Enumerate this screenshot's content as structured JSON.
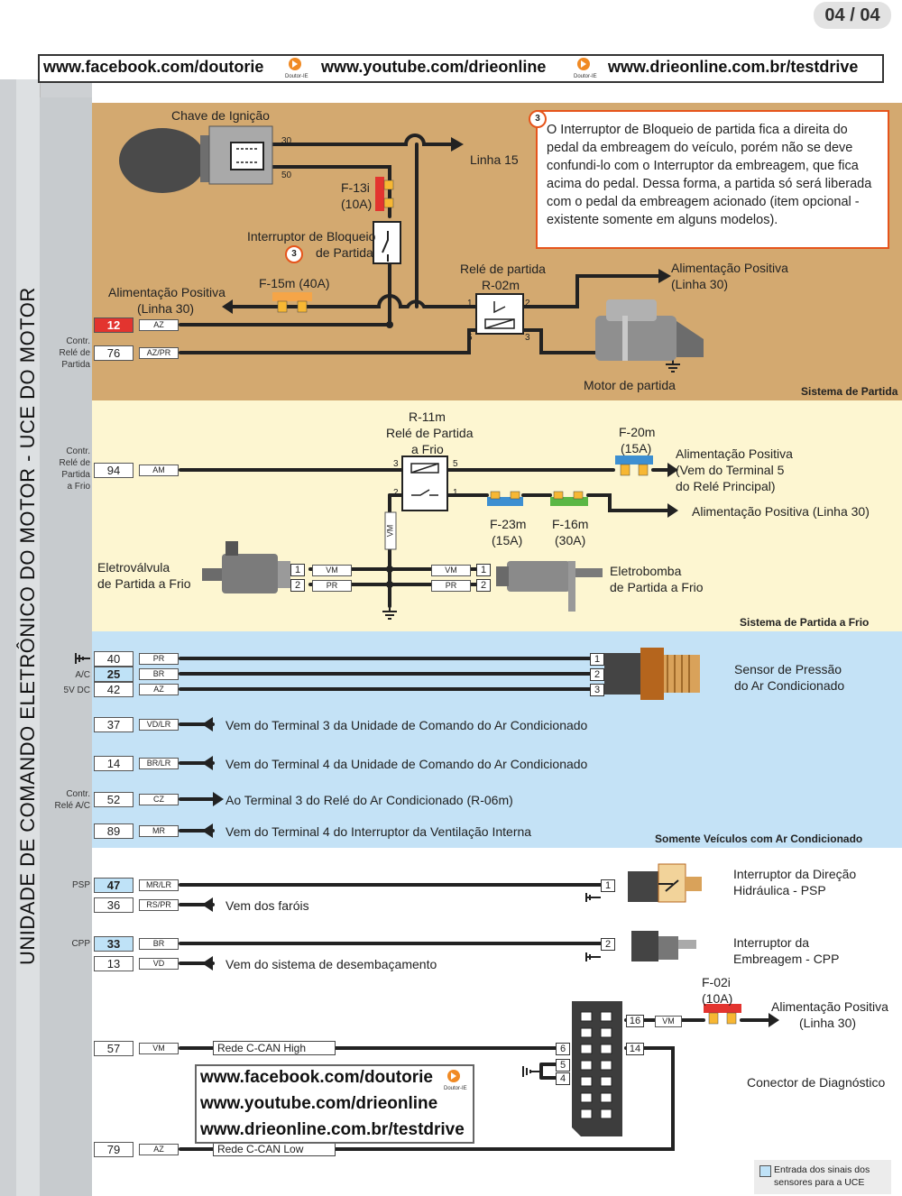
{
  "page": {
    "number": "04",
    "total": "04",
    "badge": "04 / 04"
  },
  "header": {
    "url1": "www.facebook.com/doutorie",
    "url2": "www.youtube.com/drieonline",
    "url3": "www.drieonline.com.br/testdrive",
    "logo_text": "Doutor-IE"
  },
  "ecu": {
    "title": "UNIDADE DE COMANDO ELETRÔNICO DO MOTOR - UCE DO MOTOR"
  },
  "side_labels": {
    "rele_partida": "Contr.\nRelé de\nPartida",
    "rele_frio": "Contr.\nRelé de\nPartida\na Frio",
    "ac": "A/C",
    "vdc": "5V DC",
    "rele_ac": "Contr.\nRelé A/C",
    "psp": "PSP",
    "cpp": "CPP"
  },
  "sections": {
    "partida": "Sistema de Partida",
    "frio": "Sistema de Partida a Frio",
    "ac": "Somente Veículos com Ar Condicionado"
  },
  "note": {
    "number": "3",
    "text": "O Interruptor de Bloqueio de partida fica a direita do pedal da embreagem do veículo, porém não se deve confundi-lo com o Interruptor da embreagem, que fica acima do pedal. Dessa forma, a partida só será liberada com o pedal da embreagem acionado (item opcional - existente somente em alguns modelos)."
  },
  "components": {
    "chave_ignicao": "Chave de Ignição",
    "linha15": "Linha 15",
    "f13i": "F-13i",
    "f13i_a": "(10A)",
    "interruptor_bloqueio_1": "Interruptor de Bloqueio",
    "interruptor_bloqueio_2": "de Partida",
    "alim_pos_1": "Alimentação Positiva",
    "alim_pos_linha30": "(Linha 30)",
    "f15m": "F-15m (40A)",
    "rele_partida_1": "Relé de partida",
    "rele_partida_2": "R-02m",
    "alim_pos_2": "Alimentação Positiva",
    "alim_pos_2b": "(Linha 30)",
    "motor_partida": "Motor de partida",
    "r11m_1": "R-11m",
    "r11m_2": "Relé de Partida",
    "r11m_3": "a Frio",
    "f20m": "F-20m",
    "f20m_a": "(15A)",
    "alim_pos_3a": "Alimentação Positiva",
    "alim_pos_3b": "(Vem do Terminal 5",
    "alim_pos_3c": "do Relé Principal)",
    "alim_pos_4": "Alimentação Positiva (Linha 30)",
    "f23m": "F-23m",
    "f23m_a": "(15A)",
    "f16m": "F-16m",
    "f16m_a": "(30A)",
    "eletrovalvula_1": "Eletroválvula",
    "eletrovalvula_2": "de Partida a Frio",
    "eletrobomba_1": "Eletrobomba",
    "eletrobomba_2": "de Partida a Frio",
    "sensor_pressao_1": "Sensor de Pressão",
    "sensor_pressao_2": "do Ar Condicionado",
    "t37": "Vem do Terminal 3 da Unidade de Comando do Ar Condicionado",
    "t14": "Vem do Terminal 4 da Unidade de Comando do Ar Condicionado",
    "t52": "Ao Terminal 3 do Relé do Ar Condicionado (R-06m)",
    "t89": "Vem do Terminal 4 do Interruptor da Ventilação Interna",
    "psp_1": "Interruptor da Direção",
    "psp_2": "Hidráulica - PSP",
    "farois": "Vem dos faróis",
    "cpp_1": "Interruptor da",
    "cpp_2": "Embreagem - CPP",
    "desembacamento": "Vem do sistema de desembaçamento",
    "f02i": "F-02i",
    "f02i_a": "(10A)",
    "alim_pos_5a": "Alimentação Positiva",
    "alim_pos_5b": "(Linha 30)",
    "can_high": "Rede C-CAN High",
    "can_low": "Rede C-CAN Low",
    "conector_diag": "Conector de Diagnóstico"
  },
  "pins": [
    {
      "num": "12",
      "wire": "AZ"
    },
    {
      "num": "76",
      "wire": "AZ/PR"
    },
    {
      "num": "94",
      "wire": "AM"
    },
    {
      "num": "40",
      "wire": "PR"
    },
    {
      "num": "25",
      "wire": "BR"
    },
    {
      "num": "42",
      "wire": "AZ"
    },
    {
      "num": "37",
      "wire": "VD/LR"
    },
    {
      "num": "14",
      "wire": "BR/LR"
    },
    {
      "num": "52",
      "wire": "CZ"
    },
    {
      "num": "89",
      "wire": "MR"
    },
    {
      "num": "47",
      "wire": "MR/LR"
    },
    {
      "num": "36",
      "wire": "RS/PR"
    },
    {
      "num": "33",
      "wire": "BR"
    },
    {
      "num": "13",
      "wire": "VD"
    },
    {
      "num": "57",
      "wire": "VM"
    },
    {
      "num": "79",
      "wire": "AZ"
    }
  ],
  "wire_labels": {
    "vm": "VM",
    "pr": "PR",
    "vm_vert": "VM"
  },
  "terminals": {
    "t30": "30",
    "t50": "50",
    "r1": "1",
    "r2": "2",
    "r5": "5",
    "r3": "3",
    "f3": "3",
    "f5": "5",
    "f2": "2",
    "f1": "1",
    "c1": "1",
    "c2": "2",
    "c3": "3",
    "d16": "16",
    "d14": "14",
    "d6": "6",
    "d5": "5",
    "d4": "4"
  },
  "web_box": {
    "url1": "www.facebook.com/doutorie",
    "url2": "www.youtube.com/drieonline",
    "url3": "www.drieonline.com.br/testdrive"
  },
  "legend": {
    "text": "Entrada dos sinais dos sensores para a UCE",
    "color": "#bfe2f7"
  },
  "colors": {
    "partida_bg": "#d3a970",
    "frio_bg": "#fdf6d1",
    "ac_bg": "#c4e2f6",
    "note_border": "#e6541b",
    "fuse_red": "#e3342f",
    "fuse_orange": "#f5a548",
    "fuse_blue": "#3d8fd1",
    "fuse_green": "#5bb744"
  }
}
